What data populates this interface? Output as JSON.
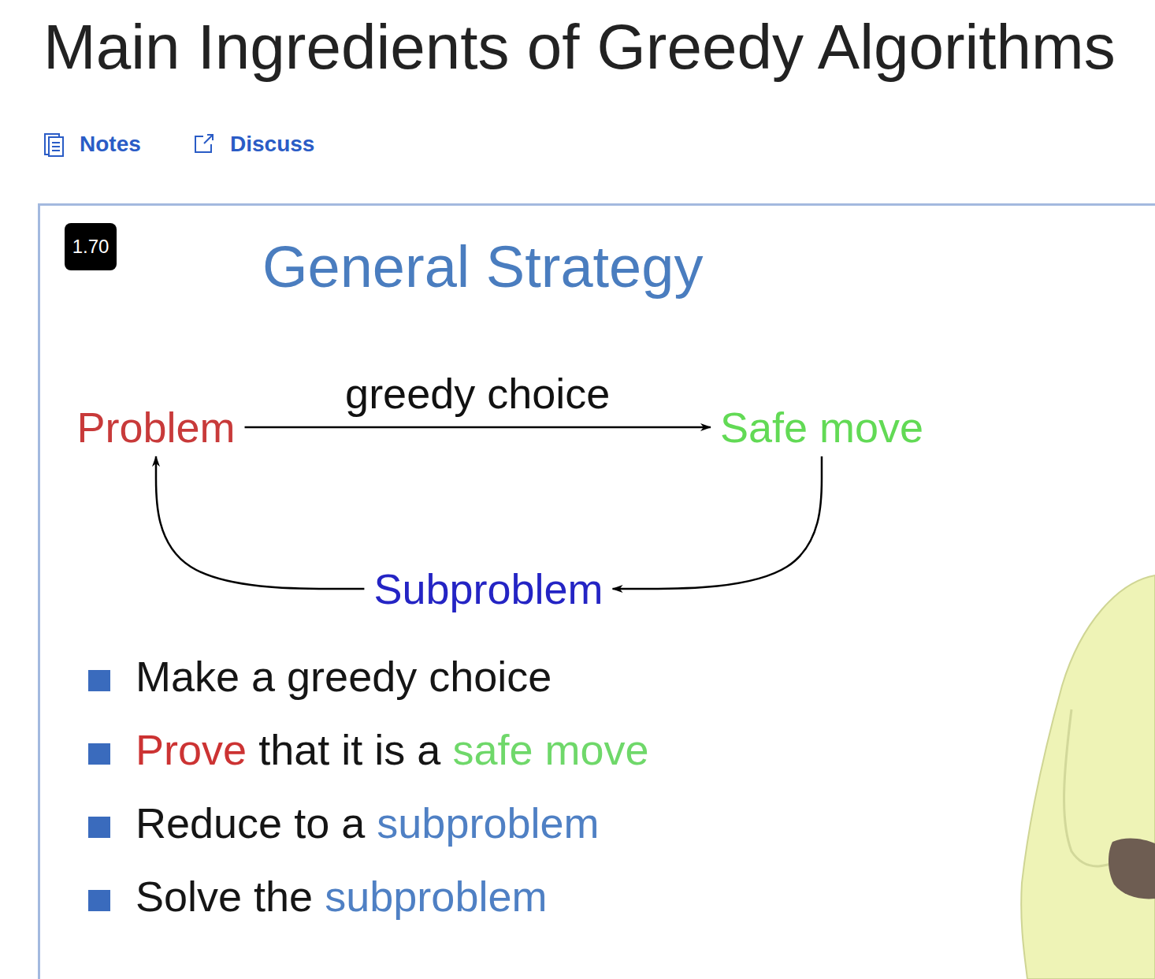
{
  "diagram": {
    "title": "Main Ingredients of Greedy Algorithms",
    "nodes": [
      {
        "text": [
          "Problem"
        ]
      },
      {
        "text": [
          "Safe move"
        ]
      },
      {
        "text": [
          "Subproblem"
        ]
      }
    ],
    "edges": [
      {
        "from": 0,
        "to": 1,
        "label": "greedy choice",
        "arrow": "to"
      },
      {
        "from": 1,
        "to": 2,
        "arrow": "to"
      },
      {
        "from": 2,
        "to": 0,
        "arrow": "to"
      }
    ],
    "labels": [
      "Notes",
      "Discuss",
      "1.70",
      "General Strategy",
      "Make a greedy choice",
      "Prove",
      "that it is a",
      "safe move",
      "Reduce to a",
      "subproblem",
      "Solve the",
      "subproblem"
    ]
  }
}
